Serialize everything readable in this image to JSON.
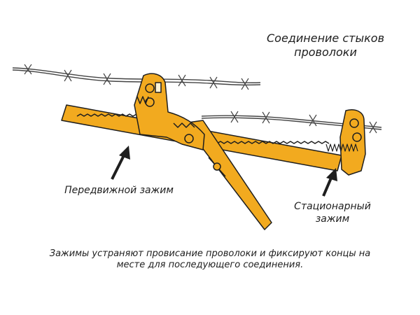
{
  "diagram": {
    "title": "Соединение стыков\nпроволоки",
    "labels": {
      "movable_clamp": "Передвижной зажим",
      "stationary_clamp": "Стационарный\nзажим"
    },
    "caption": "Зажимы устраняют провисание проволоки и фиксируют концы на\nместе для последующего соединения."
  },
  "colors": {
    "tool": "#f2aa1f",
    "outline": "#1e1e1e",
    "wire": "#444444"
  },
  "icons": [
    "barbed-wire-icon",
    "wire-stretcher-tool-icon",
    "arrow-icon"
  ]
}
